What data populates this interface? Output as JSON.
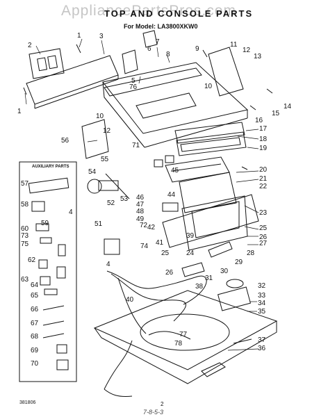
{
  "header": {
    "watermark": "AppliancePartsPros.com",
    "title": "TOP AND CONSOLE PARTS",
    "subtitle": "For Model: LA3800XKW0"
  },
  "aux_panel": {
    "title": "AUXILIARY PARTS"
  },
  "footer": {
    "code": "381806",
    "page": "2",
    "handwritten": "7-8-5-3"
  },
  "callouts": [
    "1",
    "2",
    "3",
    "4",
    "5",
    "6",
    "7",
    "8",
    "9",
    "10",
    "11",
    "12",
    "13",
    "14",
    "15",
    "16",
    "17",
    "18",
    "19",
    "20",
    "21",
    "22",
    "23",
    "24",
    "25",
    "26",
    "27",
    "28",
    "29",
    "30",
    "31",
    "32",
    "33",
    "34",
    "35",
    "36",
    "37",
    "38",
    "39",
    "40",
    "41",
    "42",
    "44",
    "45",
    "46",
    "47",
    "48",
    "49",
    "51",
    "52",
    "53",
    "54",
    "55",
    "56",
    "57",
    "58",
    "59",
    "60",
    "62",
    "63",
    "64",
    "65",
    "66",
    "67",
    "68",
    "69",
    "70",
    "71",
    "72",
    "73",
    "74",
    "75",
    "76",
    "77",
    "78"
  ]
}
